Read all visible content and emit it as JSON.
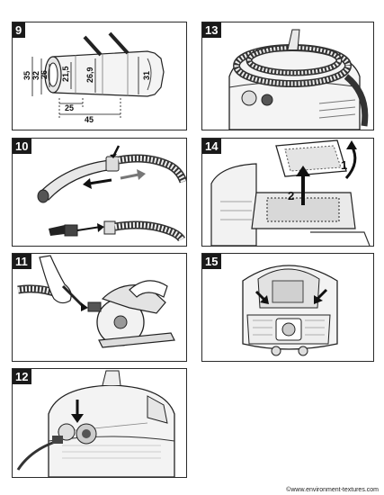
{
  "steps": [
    {
      "number": "9"
    },
    {
      "number": "10"
    },
    {
      "number": "11"
    },
    {
      "number": "12"
    },
    {
      "number": "13"
    },
    {
      "number": "14"
    },
    {
      "number": "15"
    }
  ],
  "step9": {
    "dims_vertical": [
      "35",
      "32",
      "26"
    ],
    "dims_inner": [
      "21,5",
      "26,9"
    ],
    "dim_right": "31",
    "dims_horizontal": [
      "25",
      "45"
    ]
  },
  "step14": {
    "callouts": [
      "1",
      "2"
    ]
  },
  "watermark": "©www.environment-textures.com"
}
